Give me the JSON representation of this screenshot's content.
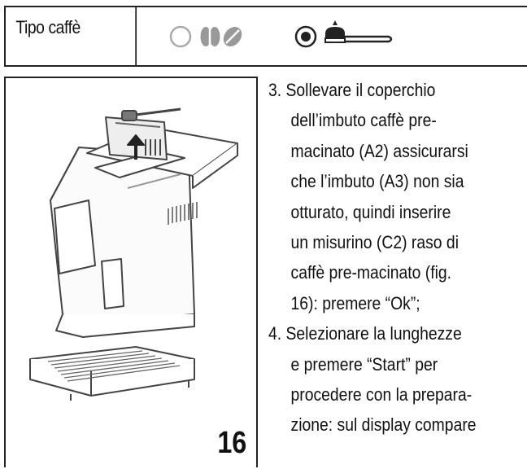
{
  "table": {
    "label": "Tipo caffè",
    "options": [
      {
        "name": "coffee-beans",
        "selected": false
      },
      {
        "name": "pre-ground",
        "selected": true
      }
    ]
  },
  "figure": {
    "number": "16"
  },
  "steps": [
    {
      "lines": [
        "3. Sollevare  il  coperchio",
        "dell’imbuto  caffè  pre-",
        "macinato (A2) assicurarsi",
        "che l’imbuto (A3) non sia",
        "otturato, quindi inserire",
        "un misurino (C2) raso di",
        "caffè pre-macinato (fig.",
        "16): premere “Ok”;"
      ]
    },
    {
      "lines": [
        "4. Selezionare la lunghezze",
        "e premere “Start”   per",
        "procedere con la prepara-",
        "zione: sul display compare"
      ]
    }
  ]
}
